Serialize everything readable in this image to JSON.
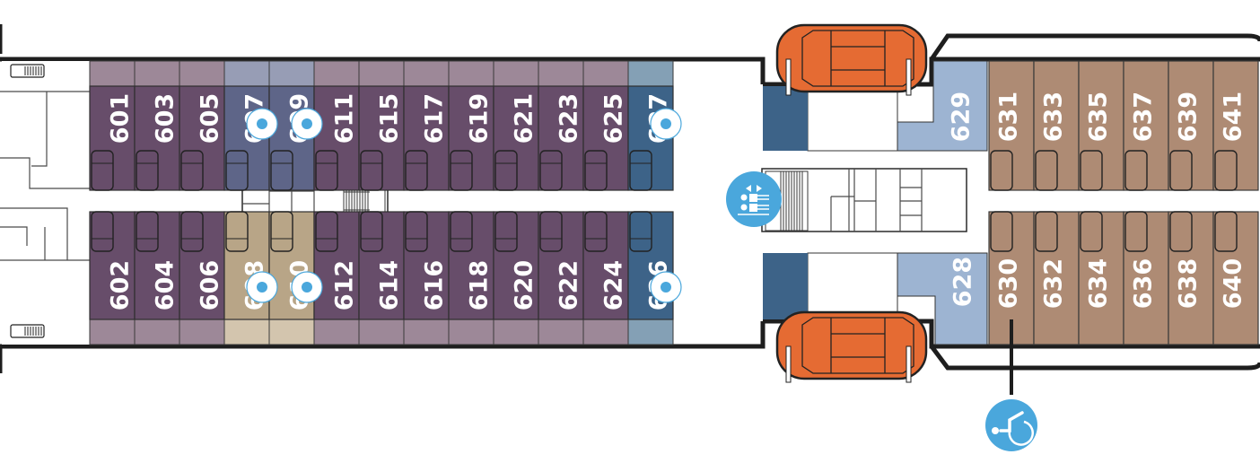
{
  "deck": {
    "colors": {
      "interior_purple": "#674d6a",
      "interior_purple_balcony": "#9d8898",
      "slate_blue": "#5e6588",
      "slate_blue_balcony": "#979db5",
      "tan": "#b8a587",
      "tan_balcony": "#d3c5ae",
      "dark_blue": "#3d6388",
      "dark_blue_balcony": "#84a0b5",
      "light_blue": "#9db4d2",
      "brown": "#ae8b74",
      "lifeboat": "#e56b33",
      "icon_blue": "#4aa7dc",
      "hull": "#1e1e1e"
    },
    "top_row": [
      {
        "number": "601",
        "category": "purple",
        "balcony": true
      },
      {
        "number": "603",
        "category": "purple",
        "balcony": true
      },
      {
        "number": "605",
        "category": "purple",
        "balcony": true
      },
      {
        "number": "607",
        "category": "slate",
        "balcony": true,
        "icon": "connecting"
      },
      {
        "number": "609",
        "category": "slate",
        "balcony": true,
        "icon": "connecting"
      },
      {
        "number": "611",
        "category": "purple",
        "balcony": true
      },
      {
        "number": "615",
        "category": "purple",
        "balcony": true
      },
      {
        "number": "617",
        "category": "purple",
        "balcony": true
      },
      {
        "number": "619",
        "category": "purple",
        "balcony": true
      },
      {
        "number": "621",
        "category": "purple",
        "balcony": true
      },
      {
        "number": "623",
        "category": "purple",
        "balcony": true
      },
      {
        "number": "625",
        "category": "purple",
        "balcony": true
      },
      {
        "number": "627",
        "category": "darkblue",
        "balcony": true,
        "icon": "connecting"
      }
    ],
    "bottom_row": [
      {
        "number": "602",
        "category": "purple",
        "balcony": true
      },
      {
        "number": "604",
        "category": "purple",
        "balcony": true
      },
      {
        "number": "606",
        "category": "purple",
        "balcony": true
      },
      {
        "number": "608",
        "category": "tan",
        "balcony": true,
        "icon": "connecting"
      },
      {
        "number": "610",
        "category": "tan",
        "balcony": true,
        "icon": "connecting"
      },
      {
        "number": "612",
        "category": "purple",
        "balcony": true
      },
      {
        "number": "614",
        "category": "purple",
        "balcony": true
      },
      {
        "number": "616",
        "category": "purple",
        "balcony": true
      },
      {
        "number": "618",
        "category": "purple",
        "balcony": true
      },
      {
        "number": "620",
        "category": "purple",
        "balcony": true
      },
      {
        "number": "622",
        "category": "purple",
        "balcony": true
      },
      {
        "number": "624",
        "category": "purple",
        "balcony": true
      },
      {
        "number": "626",
        "category": "darkblue",
        "balcony": true,
        "icon": "connecting"
      }
    ],
    "aft_top": [
      {
        "number": "629",
        "category": "lightblue"
      },
      {
        "number": "631",
        "category": "brown"
      },
      {
        "number": "633",
        "category": "brown"
      },
      {
        "number": "635",
        "category": "brown"
      },
      {
        "number": "637",
        "category": "brown"
      },
      {
        "number": "639",
        "category": "brown"
      },
      {
        "number": "641",
        "category": "brown"
      }
    ],
    "aft_bottom": [
      {
        "number": "628",
        "category": "lightblue"
      },
      {
        "number": "630",
        "category": "brown",
        "icon": "wheelchair-accessible"
      },
      {
        "number": "632",
        "category": "brown"
      },
      {
        "number": "634",
        "category": "brown"
      },
      {
        "number": "636",
        "category": "brown"
      },
      {
        "number": "638",
        "category": "brown"
      },
      {
        "number": "640",
        "category": "brown"
      }
    ],
    "legend_icons": {
      "connecting": "connecting-cabin-icon",
      "elevator": "elevator-icon",
      "wheelchair": "wheelchair-accessible-icon"
    }
  }
}
